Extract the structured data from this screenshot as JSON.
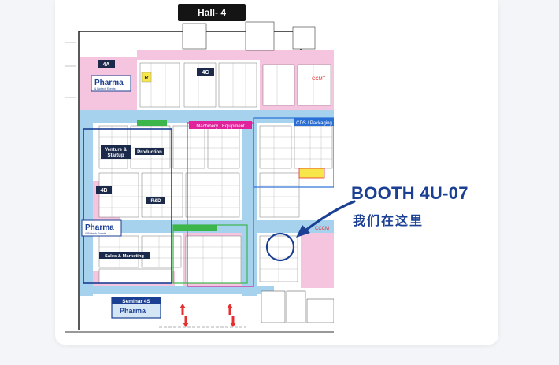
{
  "hall": {
    "label": "Hall- 4"
  },
  "callout": {
    "booth": "BOOTH 4U-07",
    "subtitle": "我们在这里"
  },
  "zones": {
    "z4a": "4A",
    "z4b": "4B",
    "z4c": "4C",
    "pharma_top": "Pharma",
    "pharma_mid": "Pharma",
    "pharma_bottom": "Pharma",
    "pharma_tag": "& Biotech Events",
    "venture": "Venture &",
    "venture2": "Startup",
    "production": "Production",
    "rd": "R&D",
    "sales": "Sales & Marketing",
    "machinery": "Machinery / Equipment",
    "cds": "CDS / Packaging",
    "seminar": "Seminar 4S",
    "ccmt_top": "CCMT",
    "ccmt_mid": "CCCM",
    "r_box": "R"
  },
  "colors": {
    "accent": "#1b3f93",
    "aisle": "#a6d2ee",
    "pink": "#f5c4df",
    "magenta": "#e0239b",
    "green": "#3cb54a",
    "yellow": "#f7e64a",
    "red": "#e53030"
  }
}
